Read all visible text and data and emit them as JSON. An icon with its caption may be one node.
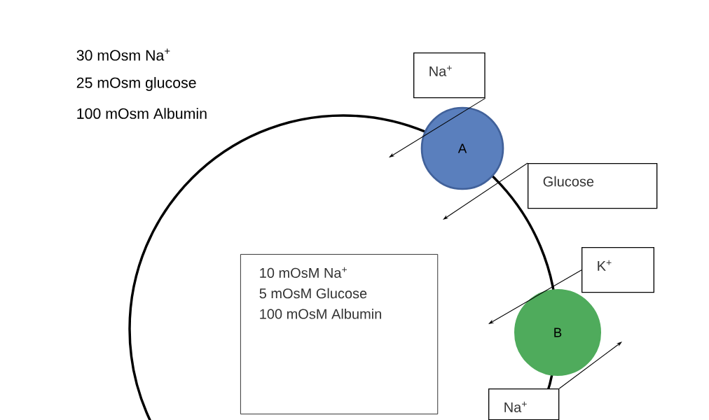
{
  "diagram": {
    "nodes": [
      {
        "text": [
          "Na$^{+}$"
        ]
      },
      {
        "text": [
          "A"
        ]
      },
      {
        "text": [
          "Glucose"
        ]
      },
      {
        "text": [
          "K$^{+}$"
        ]
      },
      {
        "text": [
          "B"
        ]
      },
      {
        "text": [
          "Na$^{+}$"
        ]
      },
      {
        "text": [
          "10 mOsM Na$^{+}$",
          "5 mOsM Glucose",
          "100 mOsM Albumin"
        ]
      }
    ],
    "edges": [
      {
        "from": 0,
        "to": null,
        "arrow": "to"
      },
      {
        "from": 2,
        "to": null,
        "arrow": "to"
      },
      {
        "from": 3,
        "to": null,
        "arrow": "to"
      },
      {
        "from": 5,
        "to": null,
        "arrow": "to"
      }
    ],
    "labels": [
      "30 mOsm Na$^{+}$",
      "25 mOsm glucose",
      "100 mOsm Albumin"
    ]
  }
}
